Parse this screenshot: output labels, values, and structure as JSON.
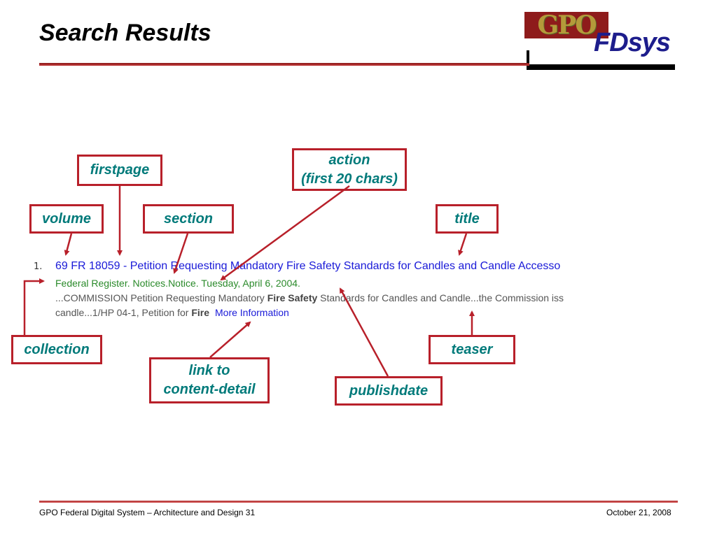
{
  "slide": {
    "title": "Search Results",
    "logo_text": "GPO",
    "brand": "FDsys"
  },
  "labels": {
    "firstpage": "firstpage",
    "action_line1": "action",
    "action_line2": "(first 20 chars)",
    "volume": "volume",
    "section": "section",
    "title": "title",
    "collection": "collection",
    "teaser": "teaser",
    "link_line1": "link to",
    "link_line2": "content-detail",
    "publishdate": "publishdate"
  },
  "result": {
    "number": "1.",
    "title": "69 FR 18059 - Petition Requesting Mandatory Fire Safety Standards for Candles and Candle Accesso",
    "collection_line": "Federal Register. Notices.Notice. Tuesday, April 6, 2004.",
    "teaser_prefix": "...COMMISSION Petition Requesting Mandatory ",
    "teaser_bold": "Fire Safety",
    "teaser_suffix": " Standards for Candles and Candle...the Commission iss",
    "teaser2_prefix": "candle...1/HP 04-1, Petition for ",
    "teaser2_bold": "Fire",
    "more_info": "More Information"
  },
  "footer": {
    "left": "GPO Federal Digital System – Architecture and Design 31",
    "right": "October 21, 2008"
  },
  "colors": {
    "label_border": "#b8202a",
    "label_text": "#007a7a",
    "arrow": "#b8202a",
    "link_blue": "#1a1ad8",
    "collection_green": "#2a8a2a"
  }
}
